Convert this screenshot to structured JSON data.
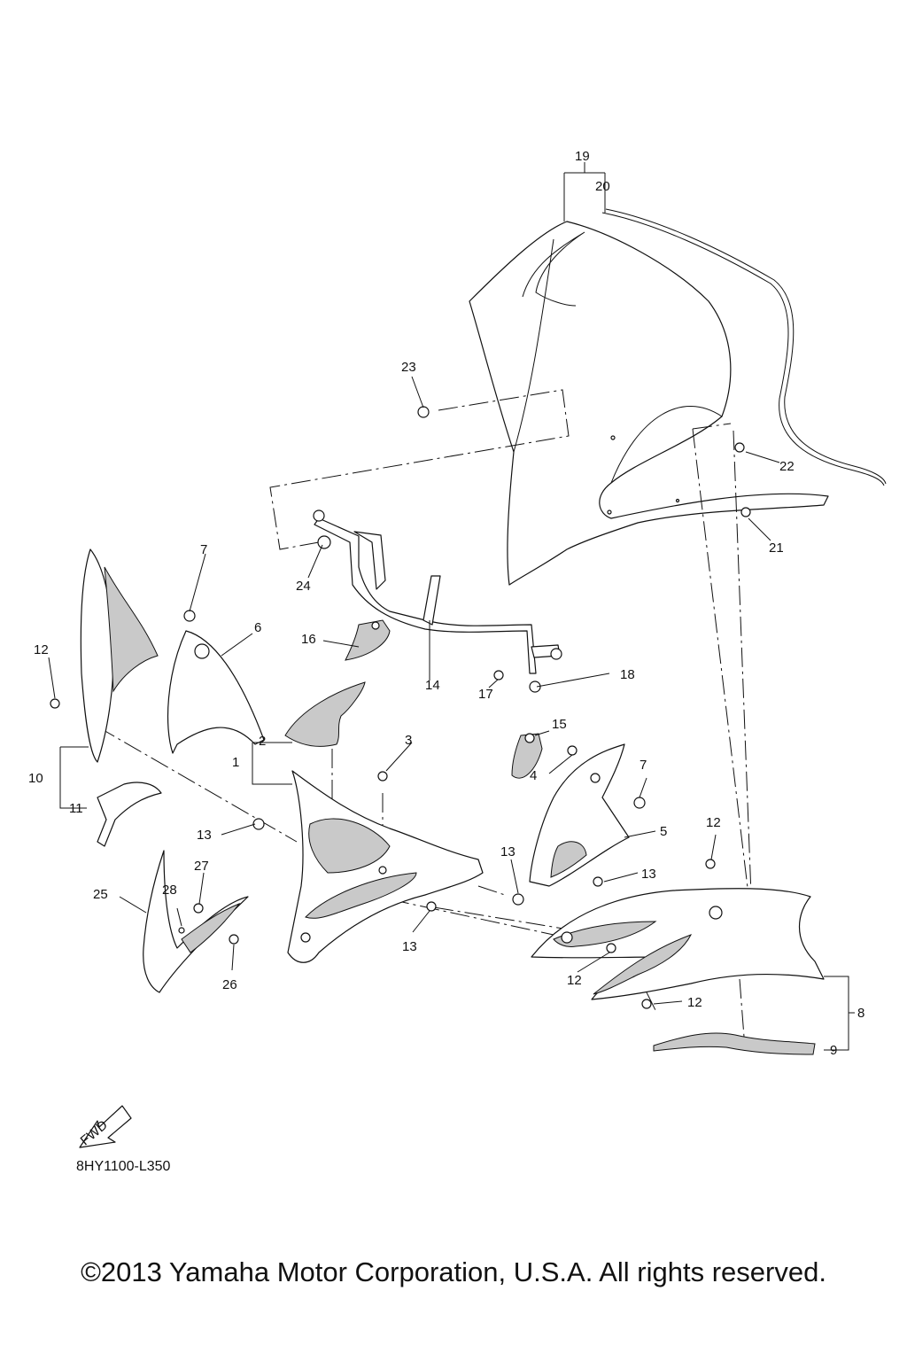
{
  "callouts": [
    {
      "id": "c1",
      "text": "1"
    },
    {
      "id": "c2",
      "text": "2"
    },
    {
      "id": "c3",
      "text": "3"
    },
    {
      "id": "c4",
      "text": "4"
    },
    {
      "id": "c5",
      "text": "5"
    },
    {
      "id": "c6",
      "text": "6"
    },
    {
      "id": "c7a",
      "text": "7"
    },
    {
      "id": "c7b",
      "text": "7"
    },
    {
      "id": "c8",
      "text": "8"
    },
    {
      "id": "c9",
      "text": "9"
    },
    {
      "id": "c10",
      "text": "10"
    },
    {
      "id": "c11",
      "text": "11"
    },
    {
      "id": "c12a",
      "text": "12"
    },
    {
      "id": "c12b",
      "text": "12"
    },
    {
      "id": "c12c",
      "text": "12"
    },
    {
      "id": "c12d",
      "text": "12"
    },
    {
      "id": "c13a",
      "text": "13"
    },
    {
      "id": "c13b",
      "text": "13"
    },
    {
      "id": "c13c",
      "text": "13"
    },
    {
      "id": "c13d",
      "text": "13"
    },
    {
      "id": "c14",
      "text": "14"
    },
    {
      "id": "c15",
      "text": "15"
    },
    {
      "id": "c16",
      "text": "16"
    },
    {
      "id": "c17",
      "text": "17"
    },
    {
      "id": "c18",
      "text": "18"
    },
    {
      "id": "c19",
      "text": "19"
    },
    {
      "id": "c20",
      "text": "20"
    },
    {
      "id": "c21",
      "text": "21"
    },
    {
      "id": "c22",
      "text": "22"
    },
    {
      "id": "c23",
      "text": "23"
    },
    {
      "id": "c24",
      "text": "24"
    },
    {
      "id": "c25",
      "text": "25"
    },
    {
      "id": "c26",
      "text": "26"
    },
    {
      "id": "c27",
      "text": "27"
    },
    {
      "id": "c28",
      "text": "28"
    }
  ],
  "fwd_label": "FWD",
  "diagram_code": "8HY1100-L350",
  "copyright": "©2013 Yamaha Motor Corporation, U.S.A. All rights reserved."
}
